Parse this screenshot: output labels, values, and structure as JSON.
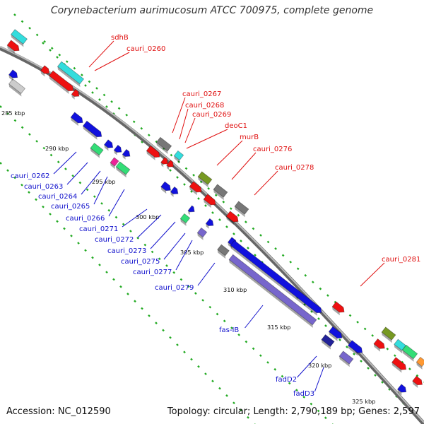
{
  "title": "Corynebacterium aurimucosum ATCC 700975, complete genome",
  "accession": "Accession: NC_012590",
  "topology": "Topology: circular; Length: 2,790,189 bp; Genes: 2,597",
  "colors": {
    "forward_gene": "#ee1111",
    "reverse_gene": "#1111dd",
    "backbone": "#888888",
    "tick": "#22aa22",
    "cyan_feature": "#33dddd",
    "purple_feature": "#7766cc",
    "gray_feature": "#777777",
    "olive_feature": "#779922",
    "green_feature": "#33dd77"
  },
  "kbp_ticks": [
    "285 kbp",
    "290 kbp",
    "295 kbp",
    "300 kbp",
    "305 kbp",
    "310 kbp",
    "315 kbp",
    "320 kbp",
    "325 kbp"
  ],
  "forward_labels": [
    "sdhB",
    "cauri_0260",
    "cauri_0267",
    "cauri_0268",
    "cauri_0269",
    "deoC1",
    "murB",
    "cauri_0276",
    "cauri_0278",
    "cauri_0281"
  ],
  "reverse_labels": [
    "cauri_0262",
    "cauri_0263",
    "cauri_0264",
    "cauri_0265",
    "cauri_0266",
    "cauri_0271",
    "cauri_0272",
    "cauri_0273",
    "cauri_0275",
    "cauri_0277",
    "cauri_0279",
    "fas-IB",
    "fadD2",
    "fadD3"
  ]
}
